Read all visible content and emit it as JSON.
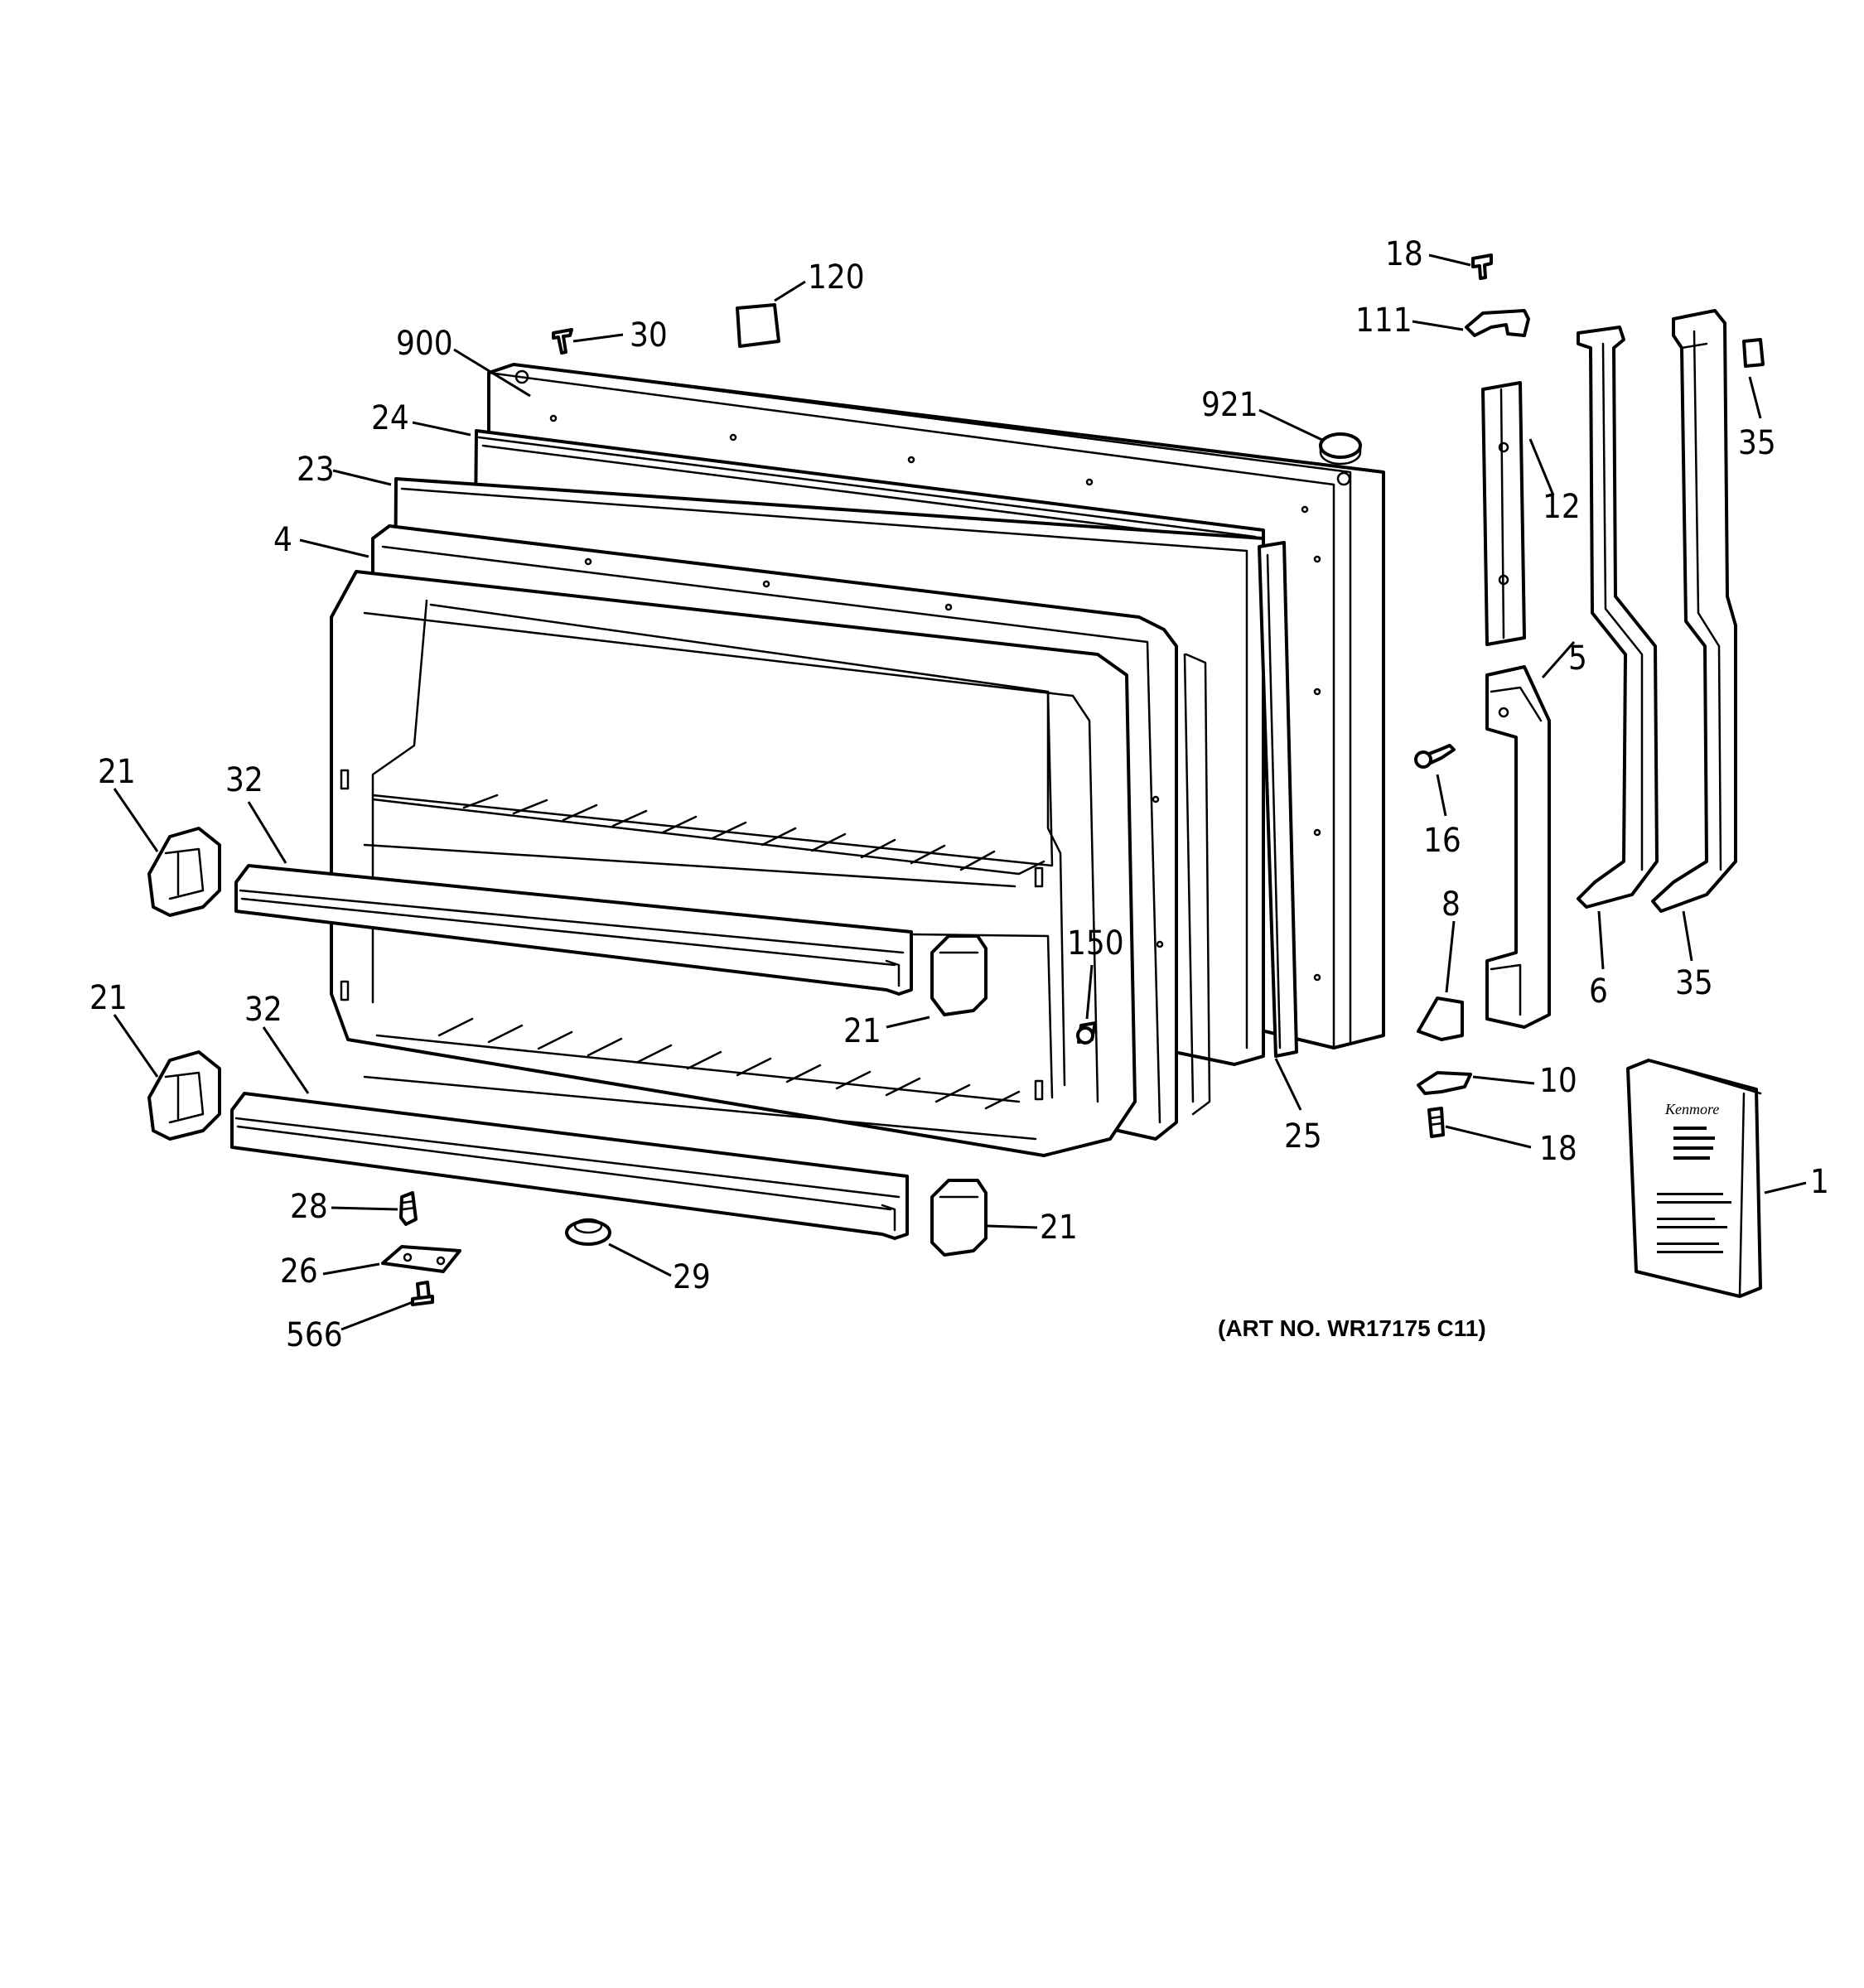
{
  "callouts": [
    {
      "id": "c-120",
      "label": "120"
    },
    {
      "id": "c-30",
      "label": "30"
    },
    {
      "id": "c-900",
      "label": "900"
    },
    {
      "id": "c-24",
      "label": "24"
    },
    {
      "id": "c-23",
      "label": "23"
    },
    {
      "id": "c-4",
      "label": "4"
    },
    {
      "id": "c-921",
      "label": "921"
    },
    {
      "id": "c-18a",
      "label": "18"
    },
    {
      "id": "c-111",
      "label": "111"
    },
    {
      "id": "c-12",
      "label": "12"
    },
    {
      "id": "c-35a",
      "label": "35"
    },
    {
      "id": "c-5",
      "label": "5"
    },
    {
      "id": "c-16",
      "label": "16"
    },
    {
      "id": "c-8",
      "label": "8"
    },
    {
      "id": "c-6",
      "label": "6"
    },
    {
      "id": "c-35b",
      "label": "35"
    },
    {
      "id": "c-10",
      "label": "10"
    },
    {
      "id": "c-18b",
      "label": "18"
    },
    {
      "id": "c-1",
      "label": "1"
    },
    {
      "id": "c-21a",
      "label": "21"
    },
    {
      "id": "c-32a",
      "label": "32"
    },
    {
      "id": "c-21b",
      "label": "21"
    },
    {
      "id": "c-32b",
      "label": "32"
    },
    {
      "id": "c-150",
      "label": "150"
    },
    {
      "id": "c-21c",
      "label": "21"
    },
    {
      "id": "c-25",
      "label": "25"
    },
    {
      "id": "c-28",
      "label": "28"
    },
    {
      "id": "c-26",
      "label": "26"
    },
    {
      "id": "c-566",
      "label": "566"
    },
    {
      "id": "c-29",
      "label": "29"
    },
    {
      "id": "c-21d",
      "label": "21"
    }
  ],
  "art_number": "(ART NO. WR17175 C11)",
  "manual_brand": "Kenmore"
}
